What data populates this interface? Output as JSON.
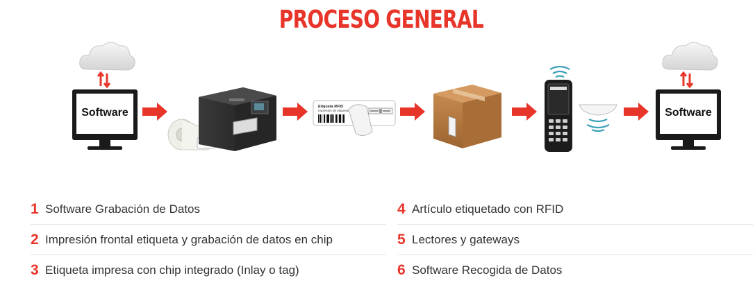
{
  "title": "PROCESO GENERAL",
  "diagram": {
    "left_monitor_label": "Software",
    "right_monitor_label": "Software",
    "label_text_title": "Etiqueta RFID",
    "label_text_sub": "Impresión de etiquetas",
    "colors": {
      "accent": "#e8352a",
      "cloud": "#e6e6e6",
      "monitor": "#1a1a1a",
      "box": "#b7773f"
    },
    "icons": [
      "cloud-icon",
      "sync-arrows-icon",
      "monitor-icon",
      "printer-icon",
      "label-roll-icon",
      "rfid-label-icon",
      "box-icon",
      "handheld-reader-icon",
      "gateway-antenna-icon",
      "flow-arrow-icon"
    ]
  },
  "steps_left": [
    {
      "num": "1",
      "text": "Software Grabación de Datos"
    },
    {
      "num": "2",
      "text": "Impresión frontal etiqueta y grabación de datos en chip"
    },
    {
      "num": "3",
      "text": "Etiqueta impresa con chip integrado (Inlay o tag)"
    }
  ],
  "steps_right": [
    {
      "num": "4",
      "text": "Artículo etiquetado con RFID"
    },
    {
      "num": "5",
      "text": "Lectores y gateways"
    },
    {
      "num": "6",
      "text": "Software Recogida de Datos"
    }
  ]
}
